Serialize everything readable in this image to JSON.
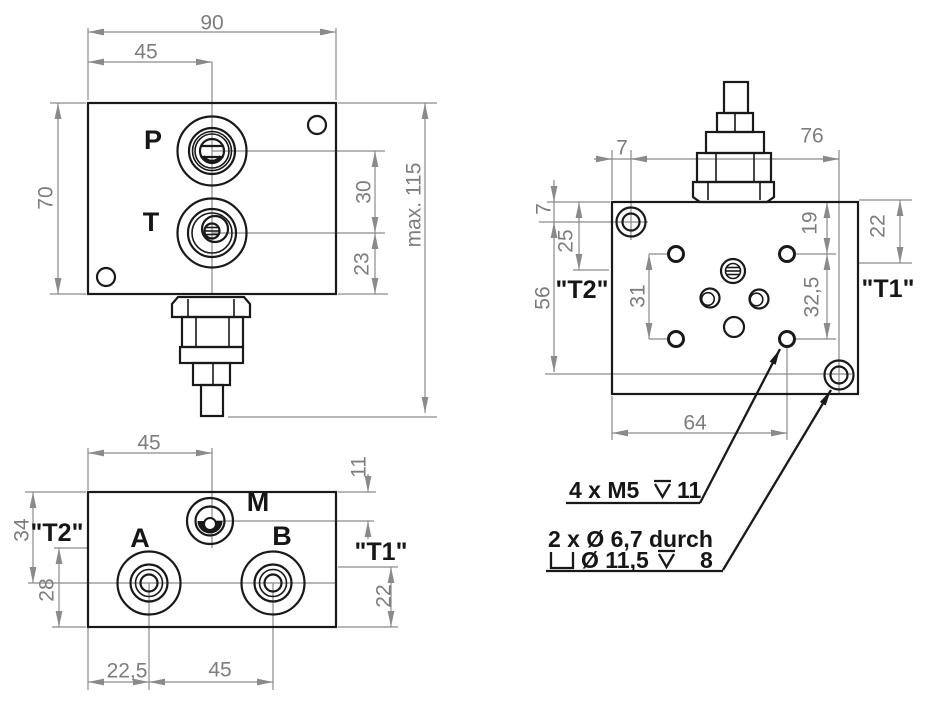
{
  "front": {
    "dim_width": "90",
    "dim_p_x": "45",
    "dim_height": "70",
    "dim_p_to_t": "30",
    "dim_t_to_bottom": "23",
    "dim_total_height": "max. 115",
    "port_p": "P",
    "port_t": "T"
  },
  "bottom": {
    "dim_m_x": "45",
    "dim_m_y": "11",
    "dim_ab_y": "34",
    "dim_t2_y": "28",
    "dim_t1_y": "22",
    "dim_a_x": "22,5",
    "dim_ab_x": "45",
    "port_a": "A",
    "port_b": "B",
    "port_m": "M",
    "label_t2": "\"T2\"",
    "label_t1": "\"T1\""
  },
  "back": {
    "dim_cb_x": "7",
    "dim_cb_dx": "76",
    "dim_cb_y": "7",
    "dim_t2_y": "25",
    "dim_cb_dy": "56",
    "dim_m5_dy_left": "31",
    "dim_m5_y": "19",
    "dim_m5_dy_right": "32,5",
    "dim_t1_y": "22",
    "dim_m5_dx": "64",
    "label_t2": "\"T2\"",
    "label_t1": "\"T1\"",
    "note_m5_label": "4 x M5",
    "note_m5_depth": "11",
    "note_cb_line1": "2 x Ø 6,7 durch",
    "note_cb_dia": "Ø 11,5",
    "note_cb_depth": "8"
  }
}
